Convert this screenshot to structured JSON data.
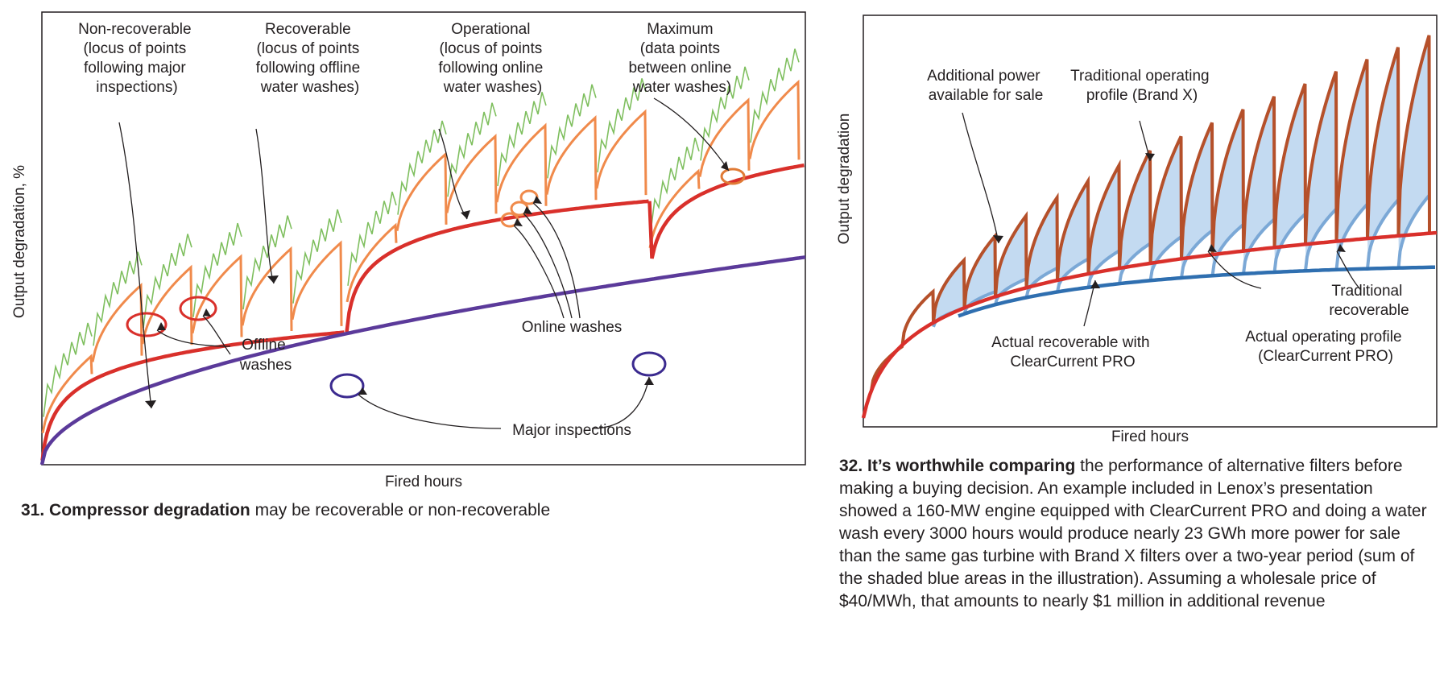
{
  "figure31": {
    "xlabel": "Fired hours",
    "ylabel": "Output degradation, %",
    "annotations": {
      "non_recoverable": [
        "Non-recoverable",
        "(locus of points",
        "following major",
        "inspections)"
      ],
      "recoverable": [
        "Recoverable",
        "(locus of points",
        "following offline",
        "water washes)"
      ],
      "operational": [
        "Operational",
        "(locus of points",
        "following online",
        "water washes)"
      ],
      "maximum": [
        "Maximum",
        "(data points",
        "between online",
        "water washes)"
      ],
      "offline_washes": [
        "Offline",
        "washes"
      ],
      "online_washes": "Online washes",
      "major_inspections": "Major inspections"
    },
    "caption": {
      "number": "31.",
      "bold": "Compressor degradation",
      "text": "may be recoverable or non-recoverable"
    },
    "colors": {
      "non_recoverable": "#5b3a9a",
      "recoverable": "#d9302b",
      "operational": "#f08a4b",
      "maximum": "#7fbf5f",
      "marker_major": "#3b2a8f"
    }
  },
  "figure32": {
    "xlabel": "Fired hours",
    "ylabel": "Output degradation",
    "annotations": {
      "additional_power": [
        "Additional power",
        "available for sale"
      ],
      "traditional_profile": [
        "Traditional operating",
        "profile (Brand X)"
      ],
      "traditional_recoverable": [
        "Traditional",
        "recoverable"
      ],
      "actual_operating": [
        "Actual operating profile",
        "(ClearCurrent PRO)"
      ],
      "actual_recoverable": [
        "Actual recoverable with",
        "ClearCurrent PRO"
      ]
    },
    "caption": {
      "number": "32.",
      "bold": "It’s worthwhile comparing",
      "text": "the performance of alternative filters before making a buying decision. An example included in Lenox’s presentation showed a 160-MW engine equipped with ClearCurrent PRO and doing a water wash every 3000 hours would produce nearly 23 GWh more power for sale than the same gas turbine with Brand X filters over a two-year period (sum of the shaded blue areas in the illustration). Assuming a wholesale price of $40/MWh, that amounts to nearly $1 million in additional revenue"
    },
    "colors": {
      "traditional_profile": "#b5502a",
      "traditional_recoverable": "#d9302b",
      "actual_operating": "#7ba8d6",
      "actual_recoverable": "#2f6fb0",
      "shaded_area": "#b9d3ee"
    }
  }
}
